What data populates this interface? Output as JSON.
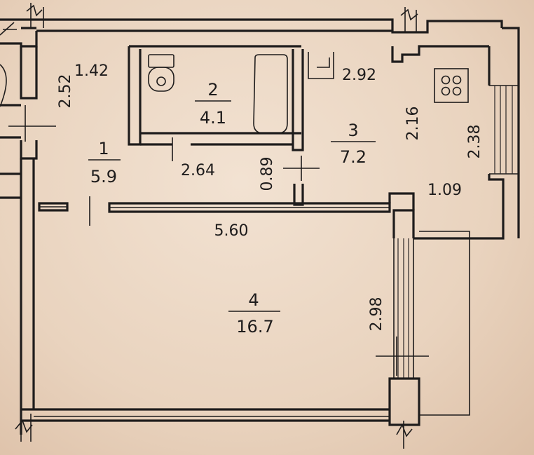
{
  "rooms": [
    {
      "number": "1",
      "area": "5.9"
    },
    {
      "number": "2",
      "area": "4.1"
    },
    {
      "number": "3",
      "area": "7.2"
    },
    {
      "number": "4",
      "area": "16.7"
    }
  ],
  "dimensions": {
    "d_1_42": "1.42",
    "d_2_52": "2.52",
    "d_2_64": "2.64",
    "d_0_89": "0.89",
    "d_2_92": "2.92",
    "d_2_16": "2.16",
    "d_2_38": "2.38",
    "d_1_09": "1.09",
    "d_5_60": "5.60",
    "d_2_98": "2.98"
  }
}
